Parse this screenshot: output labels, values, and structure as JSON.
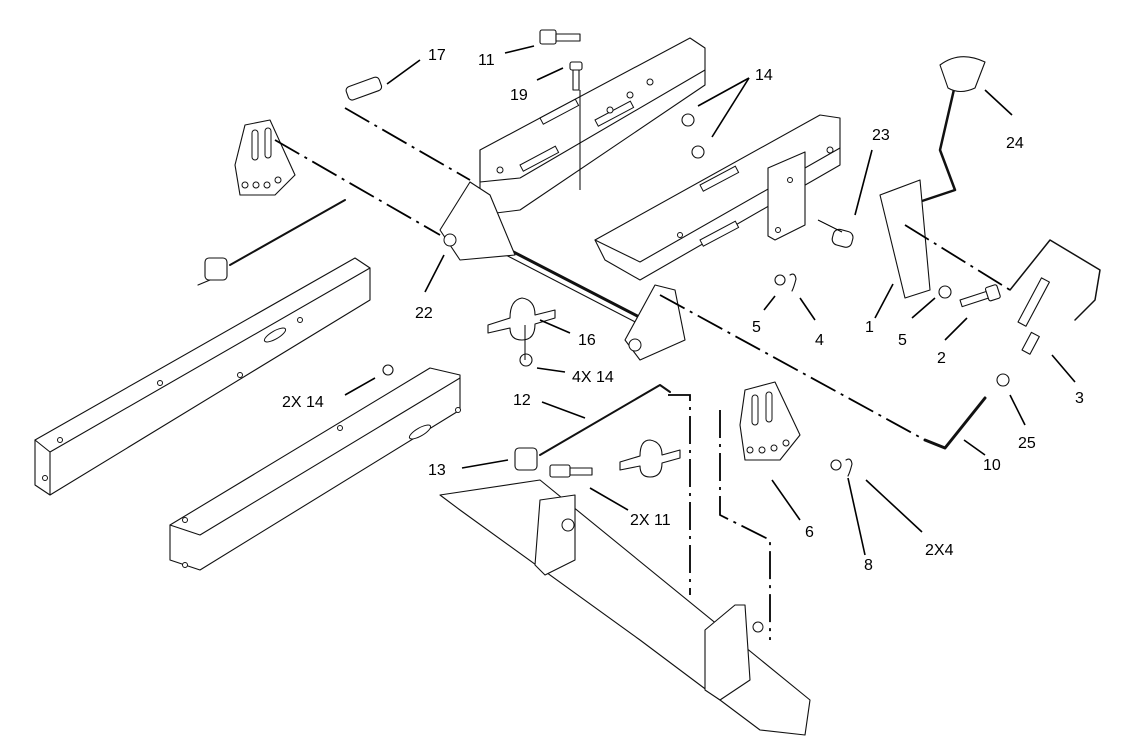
{
  "callouts": {
    "c1": "1",
    "c2": "2",
    "c3": "3",
    "c4": "4",
    "c5a": "5",
    "c5b": "5",
    "c6": "6",
    "c8": "8",
    "c10": "10",
    "c11": "11",
    "c12": "12",
    "c13": "13",
    "c14": "14",
    "c16": "16",
    "c17": "17",
    "c19": "19",
    "c22": "22",
    "c23": "23",
    "c24": "24",
    "c25": "25",
    "c2x14": "2X 14",
    "c4x14": "4X 14",
    "c2x11": "2X 11",
    "c2x4": "2X4"
  }
}
